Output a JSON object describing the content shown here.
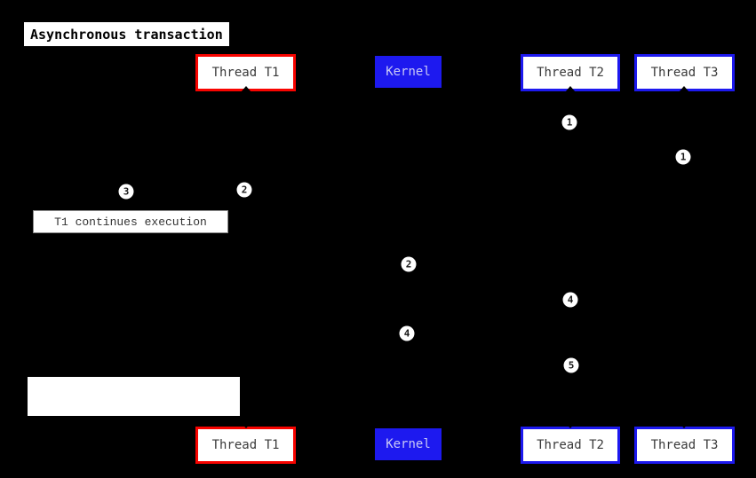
{
  "colors": {
    "background": "#000000",
    "accent_red": "#f80400",
    "accent_blue": "#1d19ef",
    "kernel_text": "#c9c9f6",
    "box_text": "#3a3a3a",
    "title_text": "#000000",
    "note_text": "#333333",
    "note_border": "#8a8a8a",
    "badge_bg": "#ffffff",
    "badge_text": "#1a1a1a"
  },
  "title": {
    "label": "Asynchronous transaction"
  },
  "participants": {
    "t1": {
      "label": "Thread T1"
    },
    "kernel": {
      "label": "Kernel"
    },
    "t2": {
      "label": "Thread T2"
    },
    "t3": {
      "label": "Thread T3"
    }
  },
  "notes": {
    "t1_continues": {
      "label": "T1 continues execution"
    },
    "blank": {
      "label": ""
    }
  },
  "badges": {
    "items": [
      {
        "n": "1"
      },
      {
        "n": "1"
      },
      {
        "n": "2"
      },
      {
        "n": "3"
      },
      {
        "n": "2"
      },
      {
        "n": "4"
      },
      {
        "n": "4"
      },
      {
        "n": "5"
      }
    ]
  }
}
